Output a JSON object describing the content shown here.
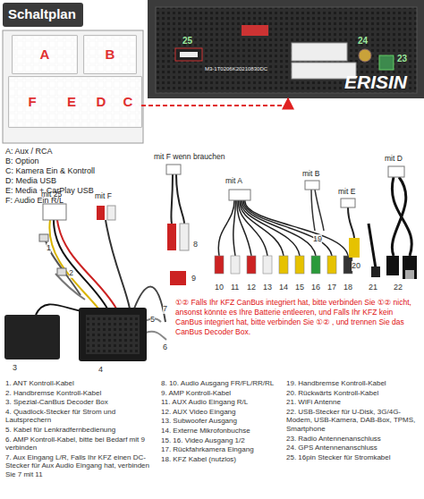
{
  "diagram": {
    "title": "Schaltplan",
    "nodes": [
      {
        "text": [
          "A"
        ]
      },
      {
        "text": [
          "B"
        ]
      },
      {
        "text": [
          "F"
        ]
      },
      {
        "text": [
          "E"
        ]
      },
      {
        "text": [
          "D"
        ]
      },
      {
        "text": [
          "C"
        ]
      },
      {
        "text": [
          "M3-1T0206K20210830DC",
          "ERISIN"
        ]
      }
    ],
    "edges": [
      {
        "from": 5,
        "to": 6,
        "arrow": "to"
      }
    ],
    "labels": [
      "25",
      "24",
      "23",
      "A: Aux / RCA",
      "B: Option",
      "C: Kamera Ein & Kontroll",
      "D: Media USB",
      "E: Media + CarPlay USB",
      "F: Audio Ein R/L",
      "mit  F wenn brauchen",
      "mit 25",
      "mit  F",
      "mit A",
      "mit B",
      "mit E",
      "mit D",
      "1",
      "2",
      "3",
      "4",
      "5",
      "6",
      "7",
      "8",
      "9",
      "10",
      "11",
      "12",
      "13",
      "14",
      "15",
      "16",
      "17",
      "18",
      "19",
      "20",
      "21",
      "22",
      "①② Falls Ihr KFZ CanBus integriert hat, bitte verbinden Sie ①② nicht, ansonst könnte es Ihre Batterie entleeren, und Falls Ihr KFZ kein CanBus integriert hat, bitte verbinden Sie ①② , und trennen Sie das CanBus Decoder Box.",
      "1. ANT Kontroll-Kabel",
      "2. Handbremse Kontroll-Kabel",
      "3. Spezial-CanBus Decoder Box",
      "4. Quadlock-Stecker für Strom und Lautsprechern",
      "5. Kabel für Lenkradfernbedienung",
      "6. AMP Kontroll-Kabel, bitte bei Bedarf mit 9 verbinden",
      "7. Aux Eingang L/R, Falls Ihr KFZ einen DC-Stecker für Aux Audio Eingang hat, verbinden Sie 7 mit 11",
      "8. 10. Audio Ausgang FR/FL/RR/RL",
      "9. AMP Kontroll-Kabel",
      "11. AUX Audio Eingang R/L",
      "12. AUX Video Eingang",
      "13. Subwoofer Ausgang",
      "14. Externe Mikrofonbuchse",
      "15. 16. Video Ausgang 1/2",
      "17. Rückfahrkamera Eingang",
      "18. KFZ Kabel (nutzlos)",
      "19. Handbremse Kontroll-Kabel",
      "20. Rückwärts Kontroll-Kabel",
      "21. WiFi Antenne",
      "22. USB-Stecker für U-Disk, 3G/4G-Modem, USB-Kamera, DAB-Box, TPMS, Smartphone",
      "23. Radio Antennenanschluss",
      "24. GPS Antennenanschluss",
      "25. 16pin Stecker für Stromkabel"
    ]
  }
}
